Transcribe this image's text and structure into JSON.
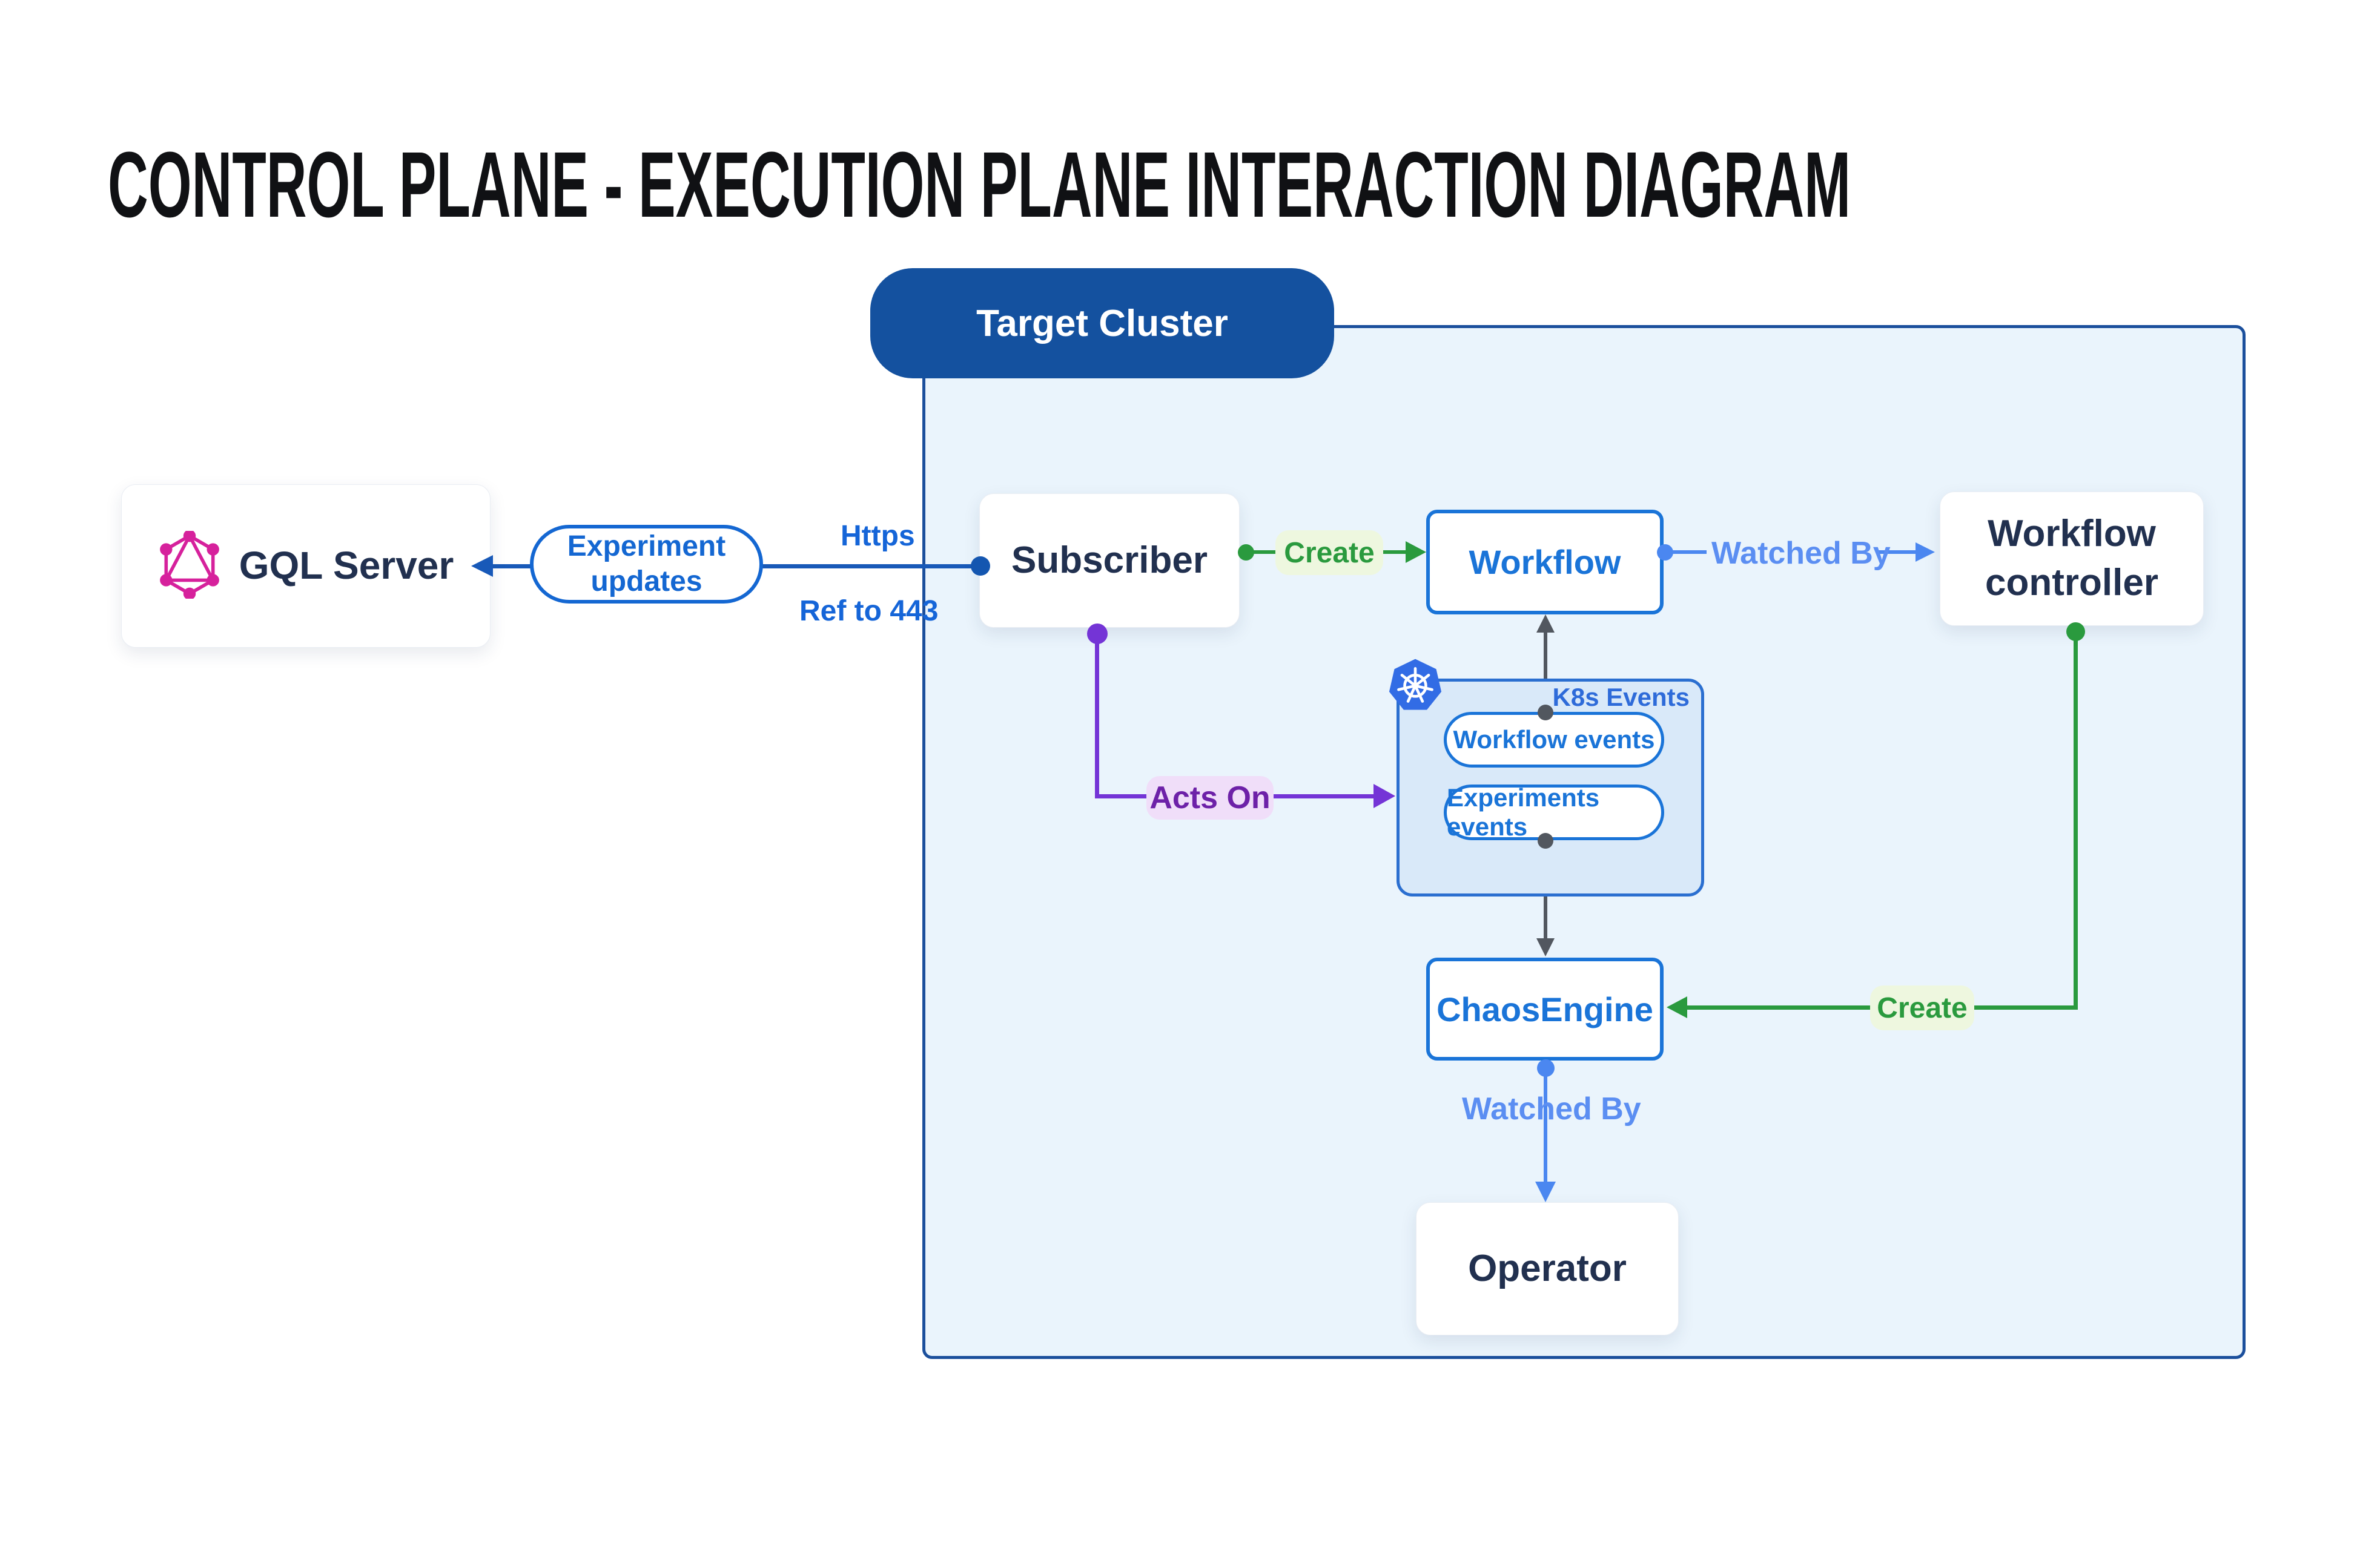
{
  "title": "CONTROL PLANE - EXECUTION PLANE INTERACTION DIAGRAM",
  "cluster": {
    "label": "Target Cluster"
  },
  "nodes": {
    "gql_server": {
      "label": "GQL Server"
    },
    "subscriber": {
      "label": "Subscriber"
    },
    "workflow": {
      "label": "Workflow"
    },
    "workflow_controller": {
      "line1": "Workflow",
      "line2": "controller"
    },
    "chaos_engine": {
      "label": "ChaosEngine"
    },
    "operator": {
      "label": "Operator"
    },
    "k8s_events": {
      "label": "K8s Events",
      "pills": [
        "Workflow events",
        "Experiments events"
      ]
    }
  },
  "edges": {
    "experiment_updates": {
      "line1": "Experiment",
      "line2": "updates",
      "protocol": "Https",
      "ref": "Ref to 443"
    },
    "create_workflow": {
      "label": "Create"
    },
    "watched_by_workflow": {
      "label": "Watched By"
    },
    "acts_on": {
      "label": "Acts On"
    },
    "create_chaosengine": {
      "label": "Create"
    },
    "watched_by_operator": {
      "label": "Watched By"
    }
  },
  "icons": {
    "graphql": "graphql-logo",
    "kubernetes": "kubernetes-logo"
  },
  "colors": {
    "cluster_fill": "#eaf4fc",
    "cluster_border": "#1b4f9c",
    "cluster_pill": "#14519f",
    "navy_text": "#21304f",
    "blue_primary": "#1a74d8",
    "light_blue_edge": "#4b87f0",
    "light_blue_text": "#5b8ef2",
    "dark_blue_edge": "#1859b8",
    "https_text": "#1565d8",
    "green_edge": "#2a9a3e",
    "green_label_bg": "#eef7df",
    "purple_edge": "#7434d6",
    "purple_text": "#6d21a8",
    "purple_label_bg": "#f0def9",
    "gray_edge": "#52575f",
    "k8s_box_fill": "#d9e9f9",
    "k8s_box_border": "#2b6fd0",
    "k8s_blue": "#326ce5",
    "graphql_pink": "#d6219c"
  }
}
